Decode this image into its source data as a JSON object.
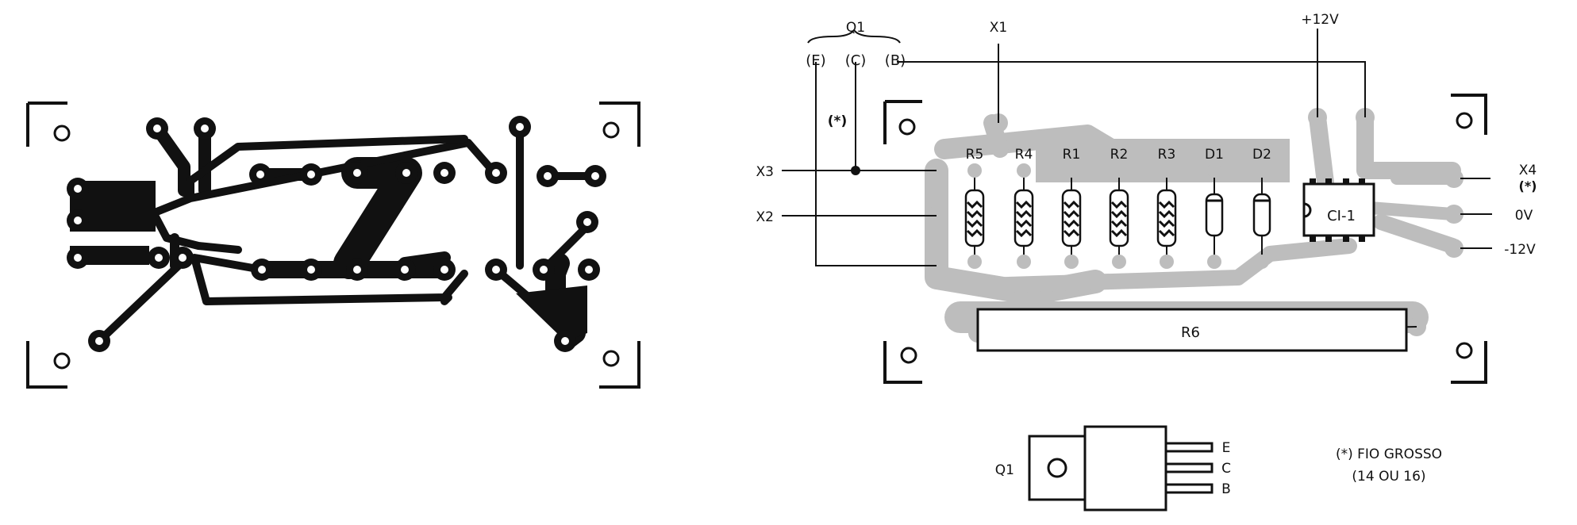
{
  "transistor": {
    "name": "Q1",
    "pins": [
      "(E)",
      "(C)",
      "(B)"
    ],
    "pin_letters": [
      "E",
      "C",
      "B"
    ]
  },
  "labels": {
    "x1": "X1",
    "x2": "X2",
    "x3": "X3",
    "x4": "X4",
    "x4_note": "(*)",
    "plus12": "+12V",
    "zero_v": "0V",
    "minus12": "-12V",
    "thick_wire_marker": "(*)",
    "ic": "CI-1",
    "r6": "R6"
  },
  "components": [
    "R5",
    "R4",
    "R1",
    "R2",
    "R3",
    "D1",
    "D2"
  ],
  "footnote": {
    "line1": "(*) FIO GROSSO",
    "line2": "(14 OU 16)"
  },
  "colors": {
    "ink": "#111111",
    "trace_shadow": "#bdbdbd",
    "background": "#ffffff"
  }
}
